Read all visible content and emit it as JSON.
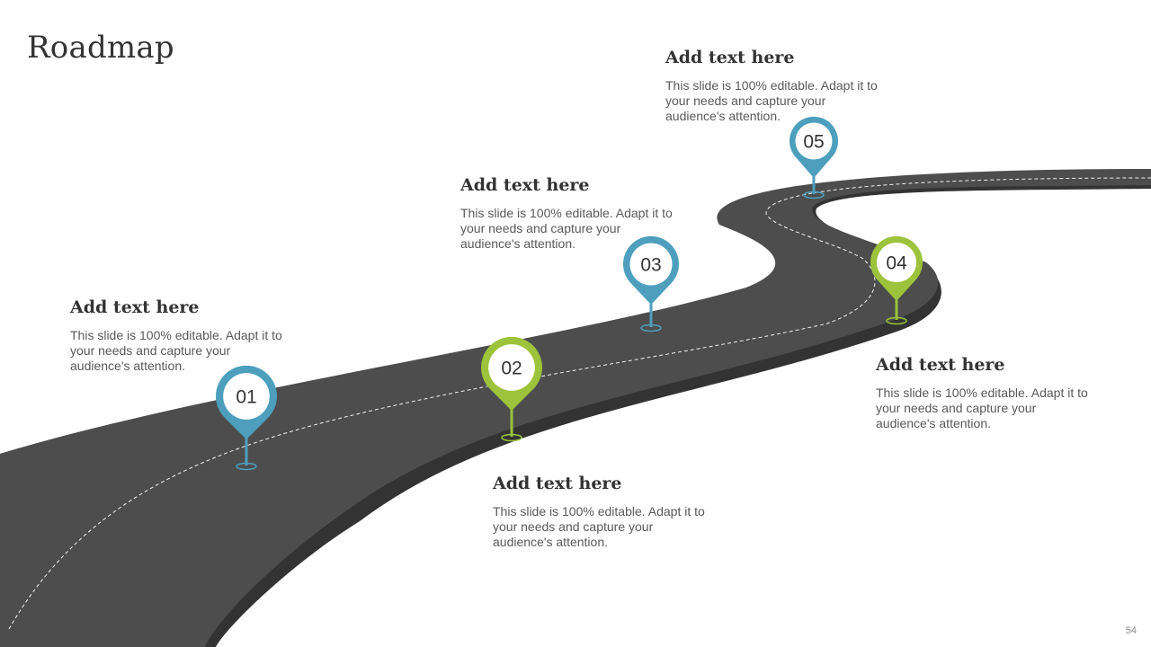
{
  "slide": {
    "title": "Roadmap",
    "page_number": "54"
  },
  "colors": {
    "road": "#4d4d4d",
    "road_edge": "#333333",
    "lane": "#f2f2f2",
    "blue": "#4d9fbd",
    "green": "#9cc33b",
    "heading": "#333333",
    "body": "#595959"
  },
  "steps": [
    {
      "number": "01",
      "color": "blue",
      "heading": "Add text here",
      "body": "This slide is 100% editable. Adapt it to your needs and capture your audience's attention."
    },
    {
      "number": "02",
      "color": "green",
      "heading": "Add text here",
      "body": "This slide is 100% editable. Adapt it to your needs and capture your audience's attention."
    },
    {
      "number": "03",
      "color": "blue",
      "heading": "Add text here",
      "body": "This slide is 100% editable. Adapt it to your needs and capture your audience's attention."
    },
    {
      "number": "04",
      "color": "green",
      "heading": "Add text here",
      "body": "This slide is 100% editable. Adapt it to your needs and capture your audience's attention."
    },
    {
      "number": "05",
      "color": "blue",
      "heading": "Add text here",
      "body": "This slide is 100% editable. Adapt it to your needs and capture your audience's attention."
    }
  ]
}
